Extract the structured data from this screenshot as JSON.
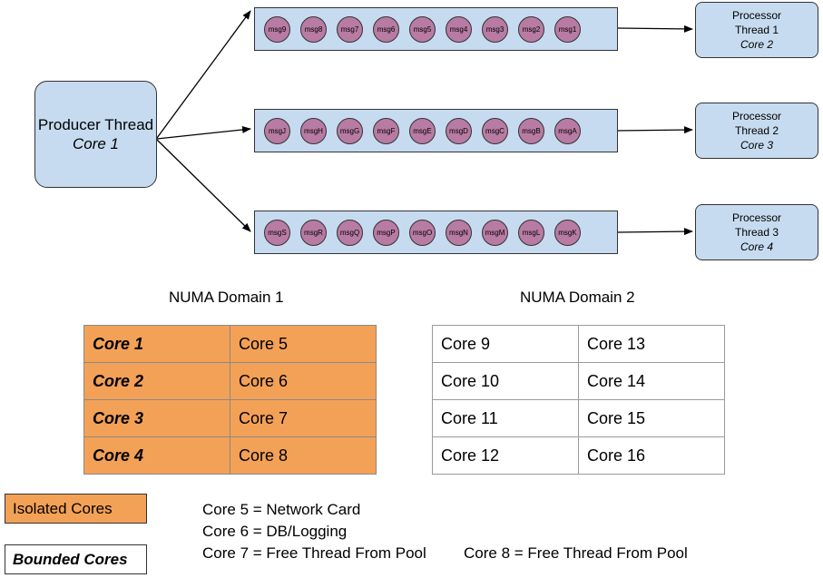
{
  "producer": {
    "label": "Producer Thread",
    "core": "Core 1"
  },
  "queues": [
    {
      "messages": [
        "msg9",
        "msg8",
        "msg7",
        "msg6",
        "msg5",
        "msg4",
        "msg3",
        "msg2",
        "msg1"
      ]
    },
    {
      "messages": [
        "msgJ",
        "msgH",
        "msgG",
        "msgF",
        "msgE",
        "msgD",
        "msgC",
        "msgB",
        "msgA"
      ]
    },
    {
      "messages": [
        "msgS",
        "msgR",
        "msgQ",
        "msgP",
        "msgO",
        "msgN",
        "msgM",
        "msgL",
        "msgK"
      ]
    }
  ],
  "processors": [
    {
      "line1": "Processor",
      "line2": "Thread 1",
      "core": "Core 2"
    },
    {
      "line1": "Processor",
      "line2": "Thread 2",
      "core": "Core 3"
    },
    {
      "line1": "Processor",
      "line2": "Thread 3",
      "core": "Core 4"
    }
  ],
  "numa1": {
    "title": "NUMA Domain 1",
    "rows": [
      [
        "Core 1",
        "Core 5"
      ],
      [
        "Core 2",
        "Core 6"
      ],
      [
        "Core 3",
        "Core 7"
      ],
      [
        "Core 4",
        "Core 8"
      ]
    ]
  },
  "numa2": {
    "title": "NUMA Domain 2",
    "rows": [
      [
        "Core 9",
        "Core 13"
      ],
      [
        "Core 10",
        "Core 14"
      ],
      [
        "Core 11",
        "Core 15"
      ],
      [
        "Core 12",
        "Core 16"
      ]
    ]
  },
  "legend": {
    "isolated": "Isolated Cores",
    "bounded": "Bounded Cores"
  },
  "notes": {
    "core5": "Core 5 = Network Card",
    "core6": "Core 6 = DB/Logging",
    "core7": "Core 7 = Free Thread From Pool",
    "core8": "Core 8 = Free Thread From Pool"
  },
  "colors": {
    "box_fill": "#c6dbef",
    "message_fill": "#b87ba3",
    "isolated_fill": "#f3a157"
  }
}
